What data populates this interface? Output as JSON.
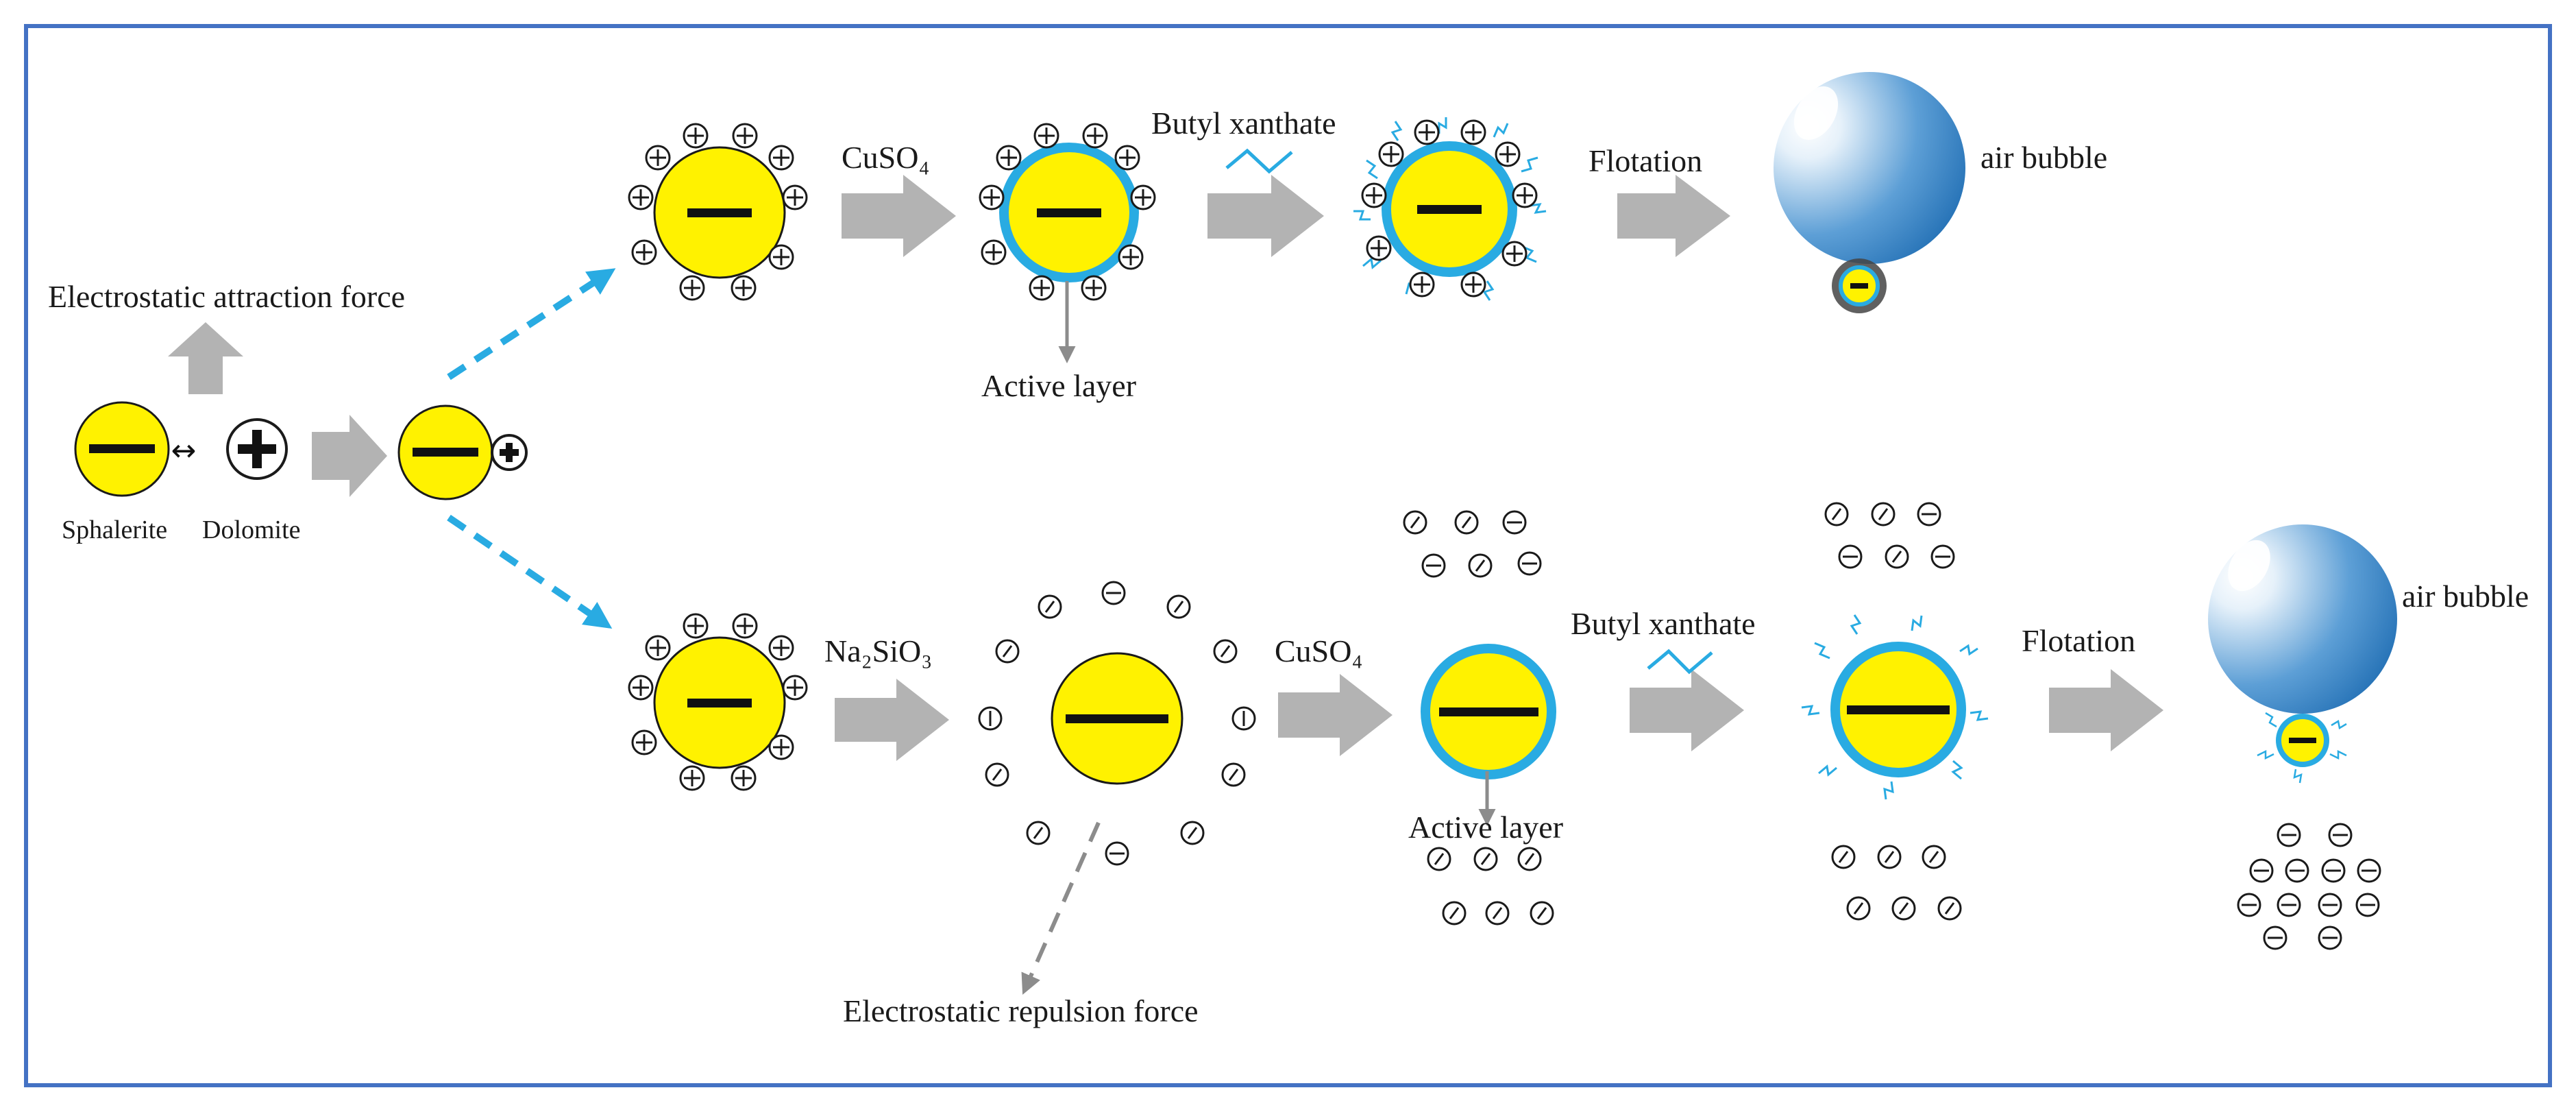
{
  "colors": {
    "frame": "#4472C4",
    "particle_fill": "#FFF200",
    "particle_stroke": "#1a1a1a",
    "active_layer": "#29ABE2",
    "dashed_arrow": "#29ABE2",
    "process_arrow": "#B3B3B3",
    "bubble_light": "#FFFFFF",
    "bubble_dark": "#1F6FB5"
  },
  "left": {
    "sphalerite_label": "Sphalerite",
    "dolomite_label": "Dolomite",
    "attraction_label": "Electrostatic attraction force"
  },
  "top_row": {
    "reagent1": "CuSO₄",
    "reagent2": "Butyl xanthate",
    "step3": "Flotation",
    "bubble_label": "air bubble",
    "active_layer_label": "Active layer"
  },
  "bottom_row": {
    "reagent1": "Na₂SiO₃",
    "reagent2": "CuSO₄",
    "reagent3": "Butyl xanthate",
    "step4": "Flotation",
    "bubble_label": "air bubble",
    "active_layer_label": "Active layer",
    "repulsion_label": "Electrostatic repulsion force"
  },
  "icons": {
    "negative_charge": "minus-sign",
    "positive_charge": "circled-plus",
    "silicate_anion": "circled-slash",
    "xanthate_collector": "zigzag-line"
  }
}
